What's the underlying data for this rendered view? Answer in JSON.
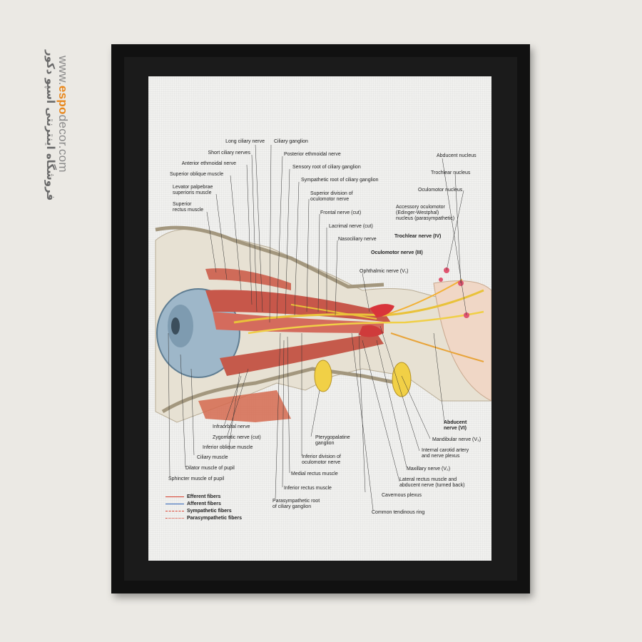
{
  "watermark": {
    "persian": "فروشگاه اینترنتی اسپو دکور",
    "url_prefix": "www.",
    "url_accent": "espo",
    "url_suffix": "decor.com"
  },
  "labels": {
    "long_ciliary": "Long ciliary nerve",
    "short_ciliary": "Short ciliary nerves",
    "ant_ethmoidal": "Anterior ethmoidal nerve",
    "sup_oblique": "Superior oblique muscle",
    "levator": "Levator palpebrae\nsuperioris muscle",
    "sup_rectus": "Superior\nrectus muscle",
    "ciliary_ganglion": "Ciliary ganglion",
    "post_ethmoidal": "Posterior ethmoidal nerve",
    "sensory_root": "Sensory root of ciliary ganglion",
    "symp_root": "Sympathetic root of ciliary ganglion",
    "sup_division": "Superior division of\noculomotor nerve",
    "frontal": "Frontal nerve (cut)",
    "lacrimal": "Lacrimal nerve (cut)",
    "nasociliary": "Nasociliary nerve",
    "ophthalmic": "Ophthalmic nerve (V₁)",
    "oculomotor": "Oculomotor nerve (III)",
    "trochlear": "Trochlear nerve (IV)",
    "accessory": "Accessory oculomotor\n(Edinger-Westphal)\nnucleus (parasympathetic)",
    "oculomotor_nucleus": "Oculomotor nucleus",
    "trochlear_nucleus": "Trochlear nucleus",
    "abducent_nucleus": "Abducent nucleus",
    "infraorbital": "Infraorbital nerve",
    "zygomatic": "Zygomatic nerve (cut)",
    "inf_oblique": "Inferior oblique muscle",
    "ciliary_muscle": "Ciliary muscle",
    "dilator": "Dilator muscle of pupil",
    "sphincter": "Sphincter muscle of pupil",
    "pterygopalatine": "Pterygopalatine\nganglion",
    "inf_division": "Inferior division of\noculomotor nerve",
    "medial_rectus": "Medial rectus muscle",
    "inf_rectus": "Inferior rectus muscle",
    "parasymp_root": "Parasympathetic root\nof ciliary ganglion",
    "cavernous": "Cavernous plexus",
    "common_ring": "Common tendinous ring",
    "lateral_rectus": "Lateral rectus muscle and\nabducent nerve (turned back)",
    "maxillary": "Maxillary nerve (V₂)",
    "carotid": "Internal carotid artery\nand nerve plexus",
    "mandibular": "Mandibular nerve (V₃)",
    "abducent": "Abducent\nnerve (VI)"
  },
  "legend": [
    {
      "label": "Efferent fibers",
      "color": "#d9412f",
      "style": "solid"
    },
    {
      "label": "Afferent fibers",
      "color": "#2f63b8",
      "style": "solid"
    },
    {
      "label": "Sympathetic fibers",
      "color": "#d9412f",
      "style": "dashed"
    },
    {
      "label": "Parasympathetic fibers",
      "color": "#d9412f",
      "style": "dotted"
    }
  ]
}
